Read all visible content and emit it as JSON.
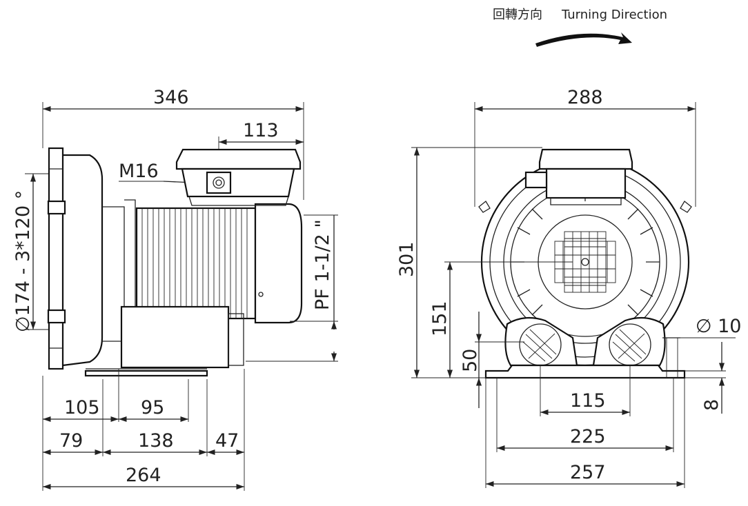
{
  "header": {
    "turning_direction_zh": "回轉方向",
    "turning_direction_en": "Turning Direction"
  },
  "side_view": {
    "overall_length": "346",
    "terminal_box_offset": "113",
    "cable_gland": "M16",
    "flange_circle": "∅174 - 3*120 °",
    "port_thread": "PF 1-1/2 \"",
    "dim_105": "105",
    "dim_95": "95",
    "dim_79": "79",
    "dim_138": "138",
    "dim_47": "47",
    "dim_264": "264"
  },
  "front_view": {
    "overall_width": "288",
    "overall_height": "301",
    "center_height": "151",
    "port_height": "50",
    "port_spacing": "115",
    "mount_spacing": "225",
    "base_width": "257",
    "mount_hole": "∅ 10",
    "base_thickness": "8"
  }
}
